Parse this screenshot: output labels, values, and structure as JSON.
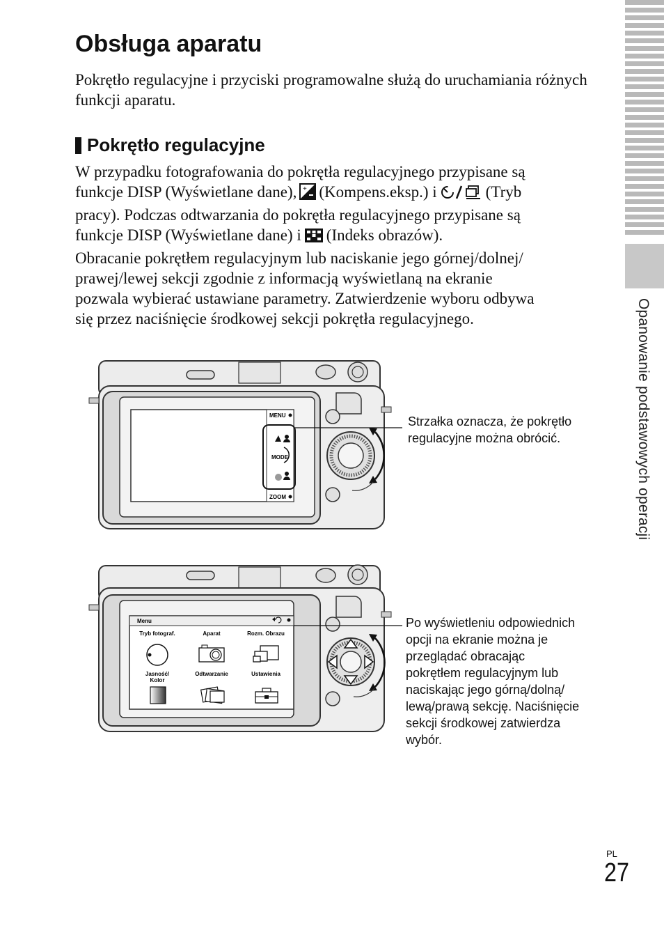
{
  "page": {
    "title": "Obsługa aparatu",
    "intro": "Pokrętło regulacyjne i przyciski programowalne służą do uruchamiania różnych funkcji aparatu.",
    "section_heading": "Pokrętło regulacyjne",
    "side_tab": "Opanowanie podstawowych operacji",
    "lang": "PL",
    "page_number": "27"
  },
  "body": {
    "l1": "W przypadku fotografowania do pokrętła regulacyjnego przypisane są",
    "l2a": "funkcje DISP (Wyświetlane dane),",
    "l2b": "(Kompens.eksp.) i",
    "l2c": "(Tryb",
    "l3": "pracy). Podczas odtwarzania do pokrętła regulacyjnego przypisane są",
    "l4a": "funkcje DISP (Wyświetlane dane) i",
    "l4b": "(Indeks obrazów).",
    "l5": "Obracanie pokrętłem regulacyjnym lub naciskanie jego górnej/dolnej/",
    "l6": "prawej/lewej sekcji zgodnie z informacją wyświetlaną na ekranie",
    "l7": "pozwala wybierać ustawiane parametry. Zatwierdzenie wyboru odbywa",
    "l8": "się przez naciśnięcie środkowej sekcji pokrętła regulacyjnego."
  },
  "figure1": {
    "callout_l1": "Strzałka oznacza, że pokrętło",
    "callout_l2": "regulacyjne można obrócić.",
    "soft_keys": {
      "menu": "MENU",
      "mode": "MODE",
      "zoom": "ZOOM"
    }
  },
  "figure2": {
    "callout": [
      "Po wyświetleniu odpowiednich",
      "opcji na ekranie można je",
      "przeglądać obracając",
      "pokrętłem regulacyjnym lub",
      "naciskając jego górną/dolną/",
      "lewą/prawą sekcję. Naciśnięcie",
      "sekcji środkowej zatwierdza",
      "wybór."
    ],
    "menu_screen": {
      "header": "Menu",
      "items": [
        {
          "label": "Tryb fotograf.",
          "icon": "mode-dial-icon"
        },
        {
          "label": "Aparat",
          "icon": "camera-icon"
        },
        {
          "label": "Rozm. Obrazu",
          "icon": "image-size-icon"
        },
        {
          "label": "Jasność/",
          "label2": "Kolor",
          "icon": "brightness-color-icon"
        },
        {
          "label": "Odtwarzanie",
          "icon": "playback-icon"
        },
        {
          "label": "Ustawienia",
          "icon": "toolbox-icon"
        }
      ]
    }
  }
}
